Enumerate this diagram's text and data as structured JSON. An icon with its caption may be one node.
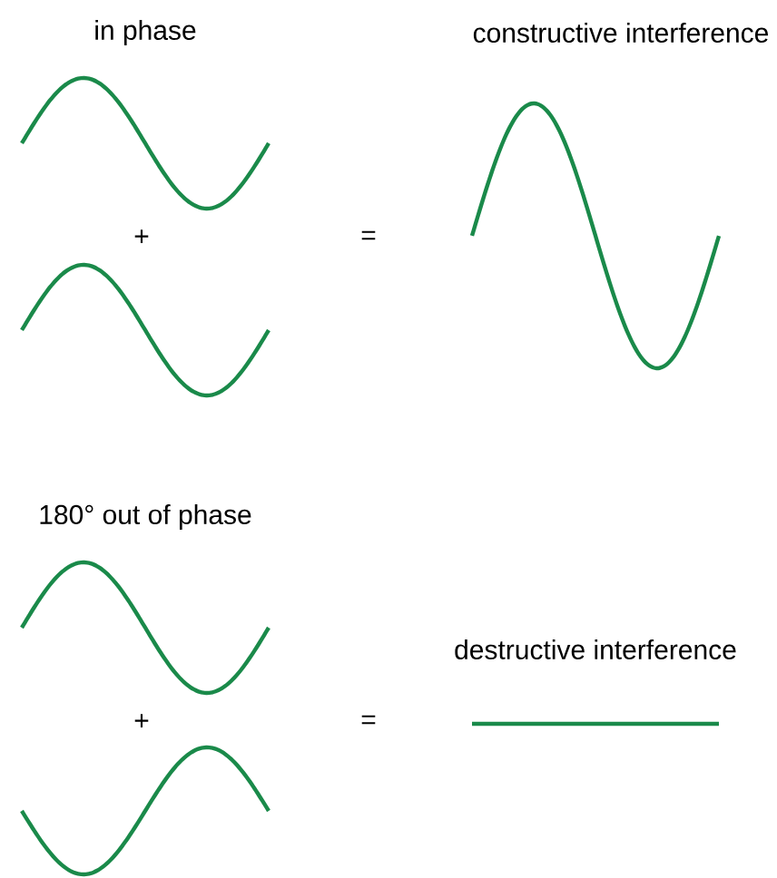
{
  "diagram": {
    "labels": [
      "in phase",
      "constructive interference",
      "+",
      "=",
      "180° out of phase",
      "destructive interference",
      "+",
      "="
    ]
  }
}
